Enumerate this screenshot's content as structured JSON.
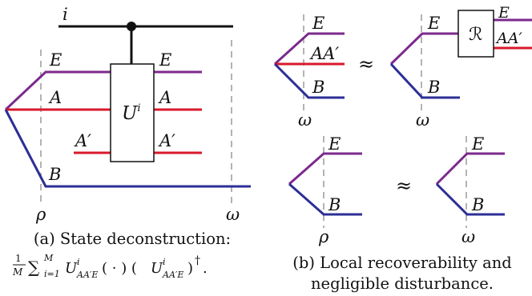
{
  "colors": {
    "purple": "#7b2a8c",
    "red": "#d8192b",
    "blue": "#2c2f96",
    "black": "#111111",
    "dashed": "#b3b3b3"
  },
  "panel_a": {
    "labels": {
      "i": "i",
      "E_in": "E",
      "A_in": "A",
      "Ap_in": "A′",
      "B": "B",
      "E_out": "E",
      "A_out": "A",
      "Ap_out": "A′",
      "rho": "ρ",
      "omega": "ω",
      "gate": "U",
      "gate_sup": "i"
    },
    "caption_line1": "(a) State deconstruction:",
    "formula": {
      "frac_num": "1",
      "frac_den": "M",
      "sum": "∑",
      "sum_lower": "i=1",
      "sum_upper": "M",
      "U": "U",
      "sup": "i",
      "sub": "AA′E",
      "middle": "( · ) (",
      "close": ")",
      "dagger": "†",
      "period": "."
    }
  },
  "panel_b": {
    "top_left": {
      "E": "E",
      "AA": "AA′",
      "B": "B",
      "omega": "ω"
    },
    "approx_top": "≈",
    "top_right": {
      "E_in": "E",
      "B": "B",
      "omega": "ω",
      "R": "ℛ",
      "E_out": "E",
      "AA_out": "AA′"
    },
    "bottom_left": {
      "E": "E",
      "B": "B",
      "rho": "ρ"
    },
    "approx_bottom": "≈",
    "bottom_right": {
      "E": "E",
      "B": "B",
      "omega": "ω"
    },
    "caption_line1": "(b) Local recoverability and",
    "caption_line2": "negligible disturbance."
  }
}
